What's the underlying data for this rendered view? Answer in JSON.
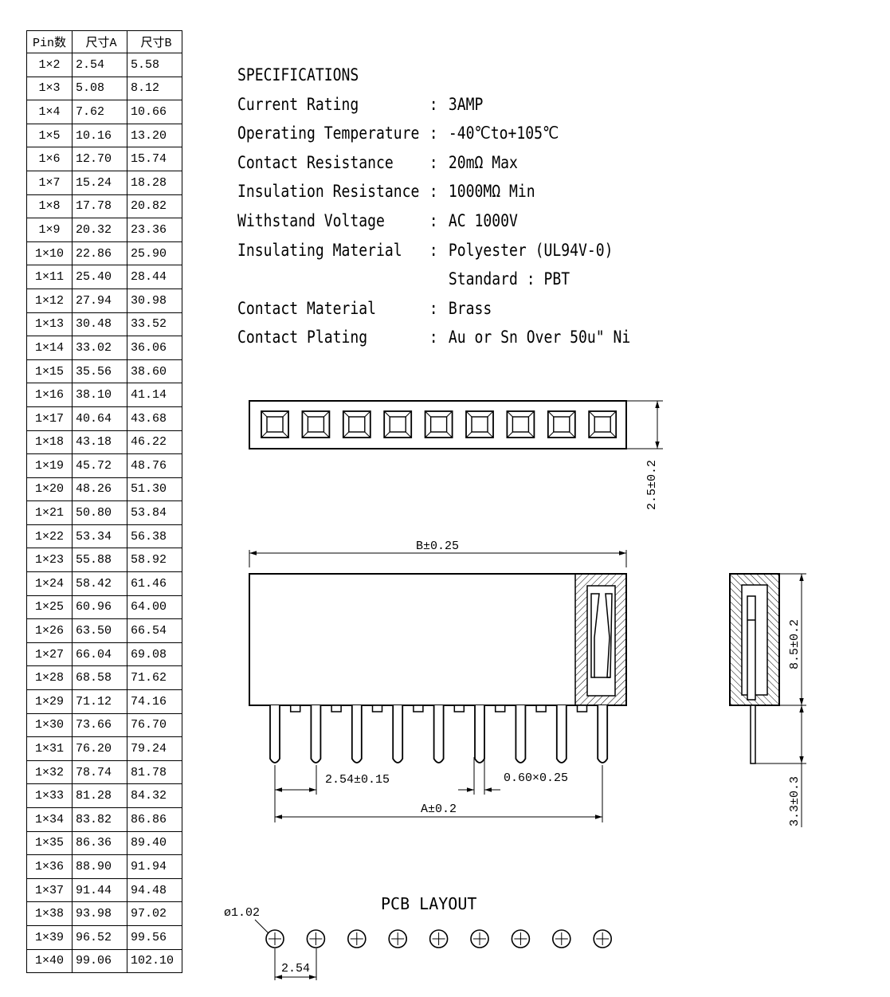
{
  "table": {
    "headers": [
      "Pin数",
      "尺寸A",
      "尺寸B"
    ],
    "rows": [
      [
        "1×2",
        "2.54",
        "5.58"
      ],
      [
        "1×3",
        "5.08",
        "8.12"
      ],
      [
        "1×4",
        "7.62",
        "10.66"
      ],
      [
        "1×5",
        "10.16",
        "13.20"
      ],
      [
        "1×6",
        "12.70",
        "15.74"
      ],
      [
        "1×7",
        "15.24",
        "18.28"
      ],
      [
        "1×8",
        "17.78",
        "20.82"
      ],
      [
        "1×9",
        "20.32",
        "23.36"
      ],
      [
        "1×10",
        "22.86",
        "25.90"
      ],
      [
        "1×11",
        "25.40",
        "28.44"
      ],
      [
        "1×12",
        "27.94",
        "30.98"
      ],
      [
        "1×13",
        "30.48",
        "33.52"
      ],
      [
        "1×14",
        "33.02",
        "36.06"
      ],
      [
        "1×15",
        "35.56",
        "38.60"
      ],
      [
        "1×16",
        "38.10",
        "41.14"
      ],
      [
        "1×17",
        "40.64",
        "43.68"
      ],
      [
        "1×18",
        "43.18",
        "46.22"
      ],
      [
        "1×19",
        "45.72",
        "48.76"
      ],
      [
        "1×20",
        "48.26",
        "51.30"
      ],
      [
        "1×21",
        "50.80",
        "53.84"
      ],
      [
        "1×22",
        "53.34",
        "56.38"
      ],
      [
        "1×23",
        "55.88",
        "58.92"
      ],
      [
        "1×24",
        "58.42",
        "61.46"
      ],
      [
        "1×25",
        "60.96",
        "64.00"
      ],
      [
        "1×26",
        "63.50",
        "66.54"
      ],
      [
        "1×27",
        "66.04",
        "69.08"
      ],
      [
        "1×28",
        "68.58",
        "71.62"
      ],
      [
        "1×29",
        "71.12",
        "74.16"
      ],
      [
        "1×30",
        "73.66",
        "76.70"
      ],
      [
        "1×31",
        "76.20",
        "79.24"
      ],
      [
        "1×32",
        "78.74",
        "81.78"
      ],
      [
        "1×33",
        "81.28",
        "84.32"
      ],
      [
        "1×34",
        "83.82",
        "86.86"
      ],
      [
        "1×35",
        "86.36",
        "89.40"
      ],
      [
        "1×36",
        "88.90",
        "91.94"
      ],
      [
        "1×37",
        "91.44",
        "94.48"
      ],
      [
        "1×38",
        "93.98",
        "97.02"
      ],
      [
        "1×39",
        "96.52",
        "99.56"
      ],
      [
        "1×40",
        "99.06",
        "102.10"
      ]
    ]
  },
  "specifications": {
    "title": "SPECIFICATIONS",
    "items": [
      {
        "label": "Current Rating",
        "sep": ":",
        "value": "3AMP"
      },
      {
        "label": "Operating Temperature",
        "sep": ":",
        "value": "-40℃to+105℃"
      },
      {
        "label": "Contact Resistance",
        "sep": ":",
        "value": "20mΩ Max"
      },
      {
        "label": "Insulation Resistance",
        "sep": ":",
        "value": "1000MΩ Min"
      },
      {
        "label": "Withstand Voltage",
        "sep": ":",
        "value": "AC 1000V"
      },
      {
        "label": "Insulating Material",
        "sep": ":",
        "value": "Polyester (UL94V-0)"
      },
      {
        "label": "",
        "sep": "",
        "value": "Standard : PBT"
      },
      {
        "label": "Contact Material",
        "sep": ":",
        "value": "Brass"
      },
      {
        "label": "Contact Plating",
        "sep": ":",
        "value": "Au or Sn Over 50u\" Ni"
      }
    ]
  },
  "drawing": {
    "top_view_height": "2.5±0.2",
    "dim_b": "B±0.25",
    "dim_pitch": "2.54±0.15",
    "dim_pin": "0.60×0.25",
    "dim_a": "A±0.2",
    "side_height": "8.5±0.2",
    "tail_length": "3.3±0.3",
    "pcb_title": "PCB LAYOUT",
    "hole_dia": "ø1.02",
    "pcb_pitch": "2.54",
    "contact_count": 9
  }
}
